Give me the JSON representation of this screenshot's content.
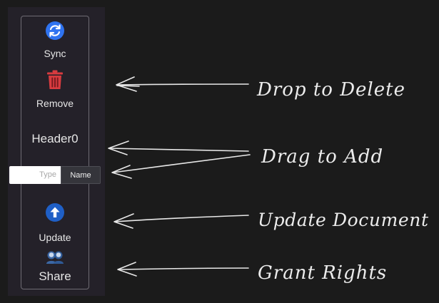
{
  "toolbar": {
    "sync_label": "Sync",
    "remove_label": "Remove",
    "header_label": "Header0",
    "field": {
      "type_placeholder": "Type",
      "name_label": "Name"
    },
    "update_label": "Update",
    "share_label": "Share"
  },
  "annotations": {
    "delete": "Drop to Delete",
    "add": "Drag to Add",
    "update": "Update Document",
    "grant": "Grant Rights"
  },
  "icons": {
    "sync": "sync-icon",
    "remove": "trash-icon",
    "update": "upload-arrow-icon",
    "share": "users-icon"
  },
  "colors": {
    "background": "#1b1b1b",
    "panel": "#242129",
    "sync_blue": "#2f73f0",
    "trash_red": "#d83b3f",
    "update_blue": "#1f5fc6",
    "share_blue": "#3b67a5",
    "annotation": "#ececec"
  }
}
